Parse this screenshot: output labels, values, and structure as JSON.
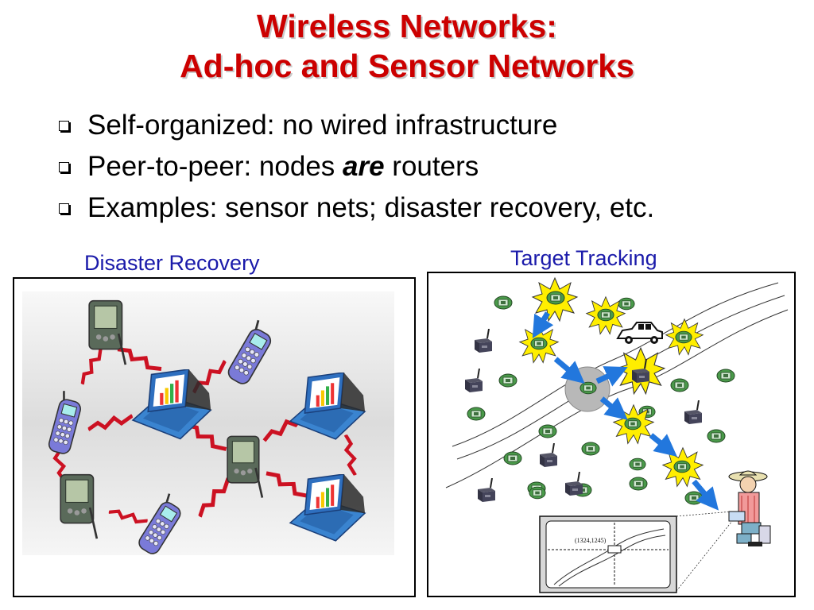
{
  "slide": {
    "title_line1": "Wireless Networks:",
    "title_line2": "Ad-hoc and Sensor Networks",
    "bullets": [
      {
        "text": "Self-organized: no wired infrastructure"
      },
      {
        "before": "Peer-to-peer: nodes ",
        "emph": "are",
        "after": " routers"
      },
      {
        "text": "Examples: sensor nets; disaster recovery, etc."
      }
    ]
  },
  "left_figure": {
    "caption": "Disaster Recovery"
  },
  "right_figure": {
    "caption": "Target Tracking",
    "coordinate_readout": "(1324,1245)"
  },
  "colors": {
    "title": "#cc0000",
    "caption": "#1a1aaa",
    "link": "#cc1122",
    "arrow": "#2277dd",
    "burst": "#ffee00"
  }
}
